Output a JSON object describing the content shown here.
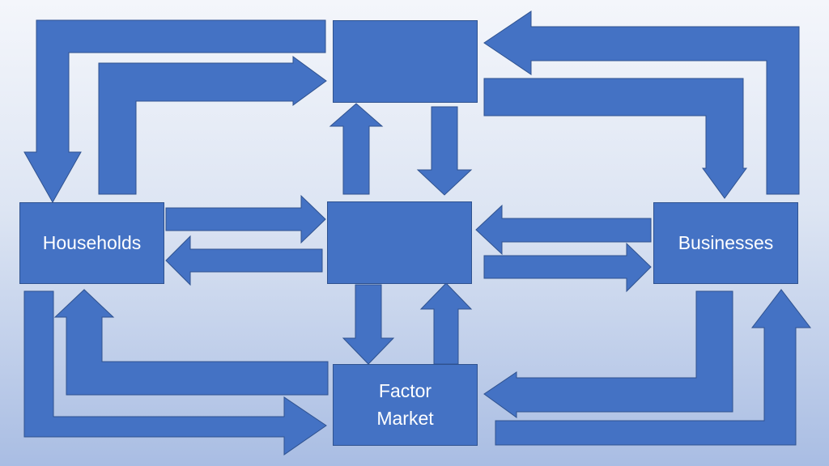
{
  "diagram": {
    "colors": {
      "fill": "#4472c4",
      "stroke": "#2f528f",
      "text": "#ffffff"
    },
    "nodes": {
      "households": {
        "label": "Households"
      },
      "businesses": {
        "label": "Businesses"
      },
      "center": {
        "label": ""
      },
      "top": {
        "label": ""
      },
      "factor_market": {
        "label": "Factor\nMarket"
      }
    }
  }
}
